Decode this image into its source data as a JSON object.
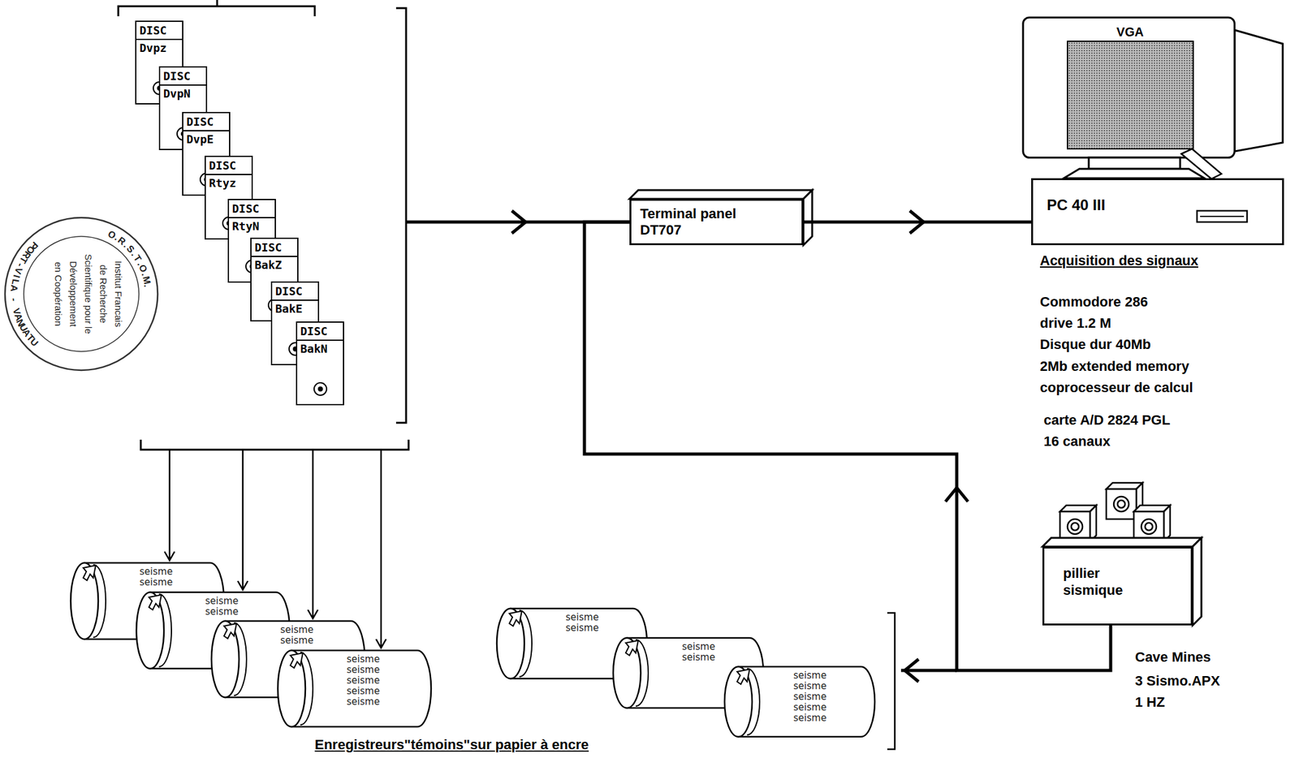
{
  "diagram": {
    "nodes": [
      {
        "text": [
          "DISC",
          "Dvpz"
        ]
      },
      {
        "text": [
          "DISC",
          "DvpN"
        ]
      },
      {
        "text": [
          "DISC",
          "DvpE"
        ]
      },
      {
        "text": [
          "DISC",
          "Rtyz"
        ]
      },
      {
        "text": [
          "DISC",
          "RtyN"
        ]
      },
      {
        "text": [
          "DISC",
          "BakZ"
        ]
      },
      {
        "text": [
          "DISC",
          "BakE"
        ]
      },
      {
        "text": [
          "DISC",
          "BakN"
        ]
      },
      {
        "text": [
          "Terminal panel DT707"
        ]
      },
      {
        "text": [
          "PC 40 III"
        ]
      },
      {
        "text": [
          "pillier sismique"
        ]
      },
      {
        "text": [
          "seisme",
          "seisme"
        ]
      },
      {
        "text": [
          "seisme",
          "seisme"
        ]
      },
      {
        "text": [
          "seisme",
          "seisme"
        ]
      },
      {
        "text": [
          "seisme",
          "seisme",
          "seisme",
          "seisme",
          "seisme"
        ]
      },
      {
        "text": [
          "seisme",
          "seisme"
        ]
      },
      {
        "text": [
          "seisme",
          "seisme"
        ]
      },
      {
        "text": [
          "seisme",
          "seisme",
          "seisme",
          "seisme",
          "seisme"
        ]
      }
    ],
    "edges": [
      {
        "from": 10,
        "to": 8,
        "arrow": "to"
      },
      {
        "from": 8,
        "to": 9,
        "arrow": "to"
      }
    ],
    "labels": [
      "O.R.S.T.O.M.",
      "Institut Francais",
      "de Recherche",
      "Scientifique pour le",
      "Développement",
      "en Coopération",
      "PORT-VILA - VANUATU",
      "VGA",
      "Acquisition des signaux",
      "Commodore 286",
      "drive 1.2 M",
      "Disque dur 40Mb",
      "2Mb extended memory",
      "coprocesseur de calcul",
      "carte A/D 2824 PGL",
      "16 canaux",
      "Cave Mines",
      "3 Sismo.APX",
      "1 HZ",
      "Enregistreurs\"témoins\"sur papier à encre"
    ]
  }
}
